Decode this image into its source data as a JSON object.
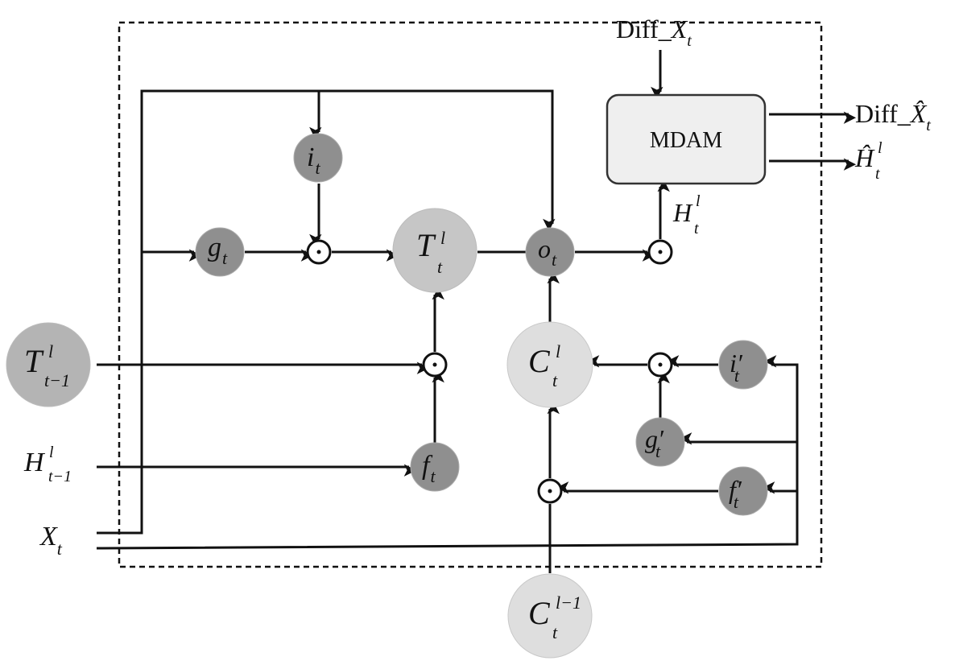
{
  "colors": {
    "dark_node": "#8f8f8f",
    "mid_node": "#c6c6c6",
    "light_node": "#dedede",
    "module_fill": "#efefef",
    "line": "#111111"
  },
  "module": {
    "label": "MDAM"
  },
  "inputs": {
    "diff_x": {
      "main": "Diff_",
      "var": "X",
      "sub": "t"
    },
    "t_prev": {
      "var": "T",
      "sup": "l",
      "sub": "t−1"
    },
    "h_prev": {
      "var": "H",
      "sup": "l",
      "sub": "t−1"
    },
    "x_t": {
      "var": "X",
      "sub": "t"
    },
    "c_below": {
      "var": "C",
      "sup": "l−1",
      "sub": "t"
    }
  },
  "outputs": {
    "diff_xhat": {
      "main": "Diff_",
      "var": "X̂",
      "sub": "t"
    },
    "h_hat": {
      "var": "Ĥ",
      "sup": "l",
      "sub": "t"
    },
    "h_t": {
      "var": "H",
      "sup": "l",
      "sub": "t"
    }
  },
  "nodes": {
    "i": {
      "var": "i",
      "sub": "t"
    },
    "g": {
      "var": "g",
      "sub": "t"
    },
    "o": {
      "var": "o",
      "sub": "t"
    },
    "f": {
      "var": "f",
      "sub": "t"
    },
    "T": {
      "var": "T",
      "sup": "l",
      "sub": "t"
    },
    "C": {
      "var": "C",
      "sup": "l",
      "sub": "t"
    },
    "i2": {
      "var": "i′",
      "sub": "t"
    },
    "g2": {
      "var": "g′",
      "sub": "t"
    },
    "f2": {
      "var": "f′",
      "sub": "t"
    }
  }
}
